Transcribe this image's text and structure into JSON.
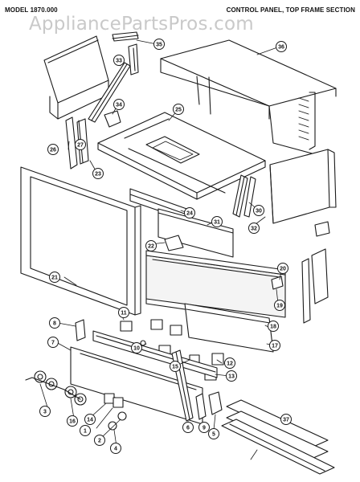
{
  "header": {
    "model": "MODEL 1870.000",
    "section": "CONTROL PANEL, TOP FRAME SECTION"
  },
  "watermark": "AppliancePartsPros.com",
  "callouts": [
    "36",
    "35",
    "33",
    "34",
    "25",
    "26",
    "27",
    "23",
    "24",
    "30",
    "32",
    "31",
    "22",
    "20",
    "19",
    "21",
    "11",
    "18",
    "17",
    "8",
    "7",
    "10",
    "15",
    "12",
    "13",
    "3",
    "16",
    "14",
    "1",
    "2",
    "4",
    "6",
    "9",
    "5",
    "37"
  ],
  "colors": {
    "line": "#1a1a1a",
    "fill": "#ffffff",
    "panel_fill": "#f4f4f4"
  }
}
